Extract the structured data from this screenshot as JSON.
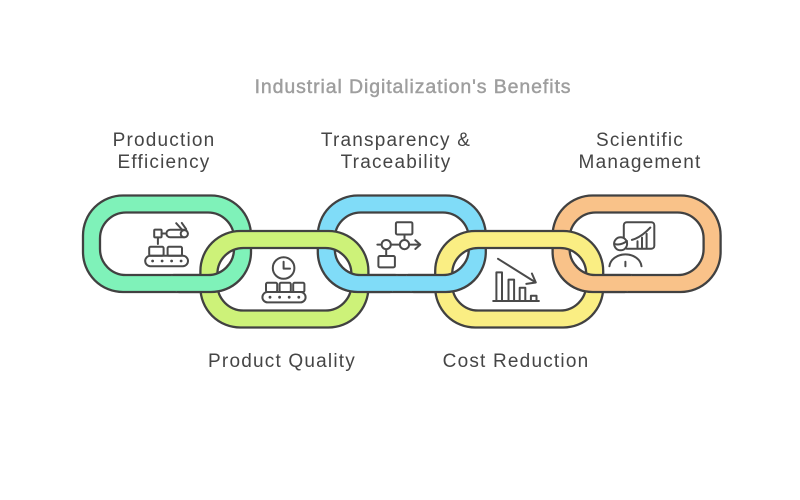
{
  "title": {
    "text": "Industrial Digitalization's Benefits",
    "color": "#9E9E9E"
  },
  "chain_style": {
    "outline_color": "#414141",
    "icon_color": "#4A4A4A",
    "label_color": "#454545",
    "background": "#FFFFFF"
  },
  "links": [
    {
      "label": "Production Efficiency",
      "label_lines": [
        "Production",
        "Efficiency"
      ],
      "color": "#7FF2B9",
      "icon": "robot-arm-conveyor-icon",
      "row": "top"
    },
    {
      "label": "Product Quality",
      "label_lines": [
        "Product Quality"
      ],
      "color": "#CDF279",
      "icon": "clock-conveyor-icon",
      "row": "bottom"
    },
    {
      "label": "Transparency & Traceability",
      "label_lines": [
        "Transparency &",
        "Traceability"
      ],
      "color": "#80DCF8",
      "icon": "flowchart-icon",
      "row": "top"
    },
    {
      "label": "Cost Reduction",
      "label_lines": [
        "Cost Reduction"
      ],
      "color": "#FAEE83",
      "icon": "declining-bar-chart-icon",
      "row": "bottom"
    },
    {
      "label": "Scientific Management",
      "label_lines": [
        "Scientific",
        "Management"
      ],
      "color": "#F9C289",
      "icon": "presenter-chart-icon",
      "row": "top"
    }
  ]
}
